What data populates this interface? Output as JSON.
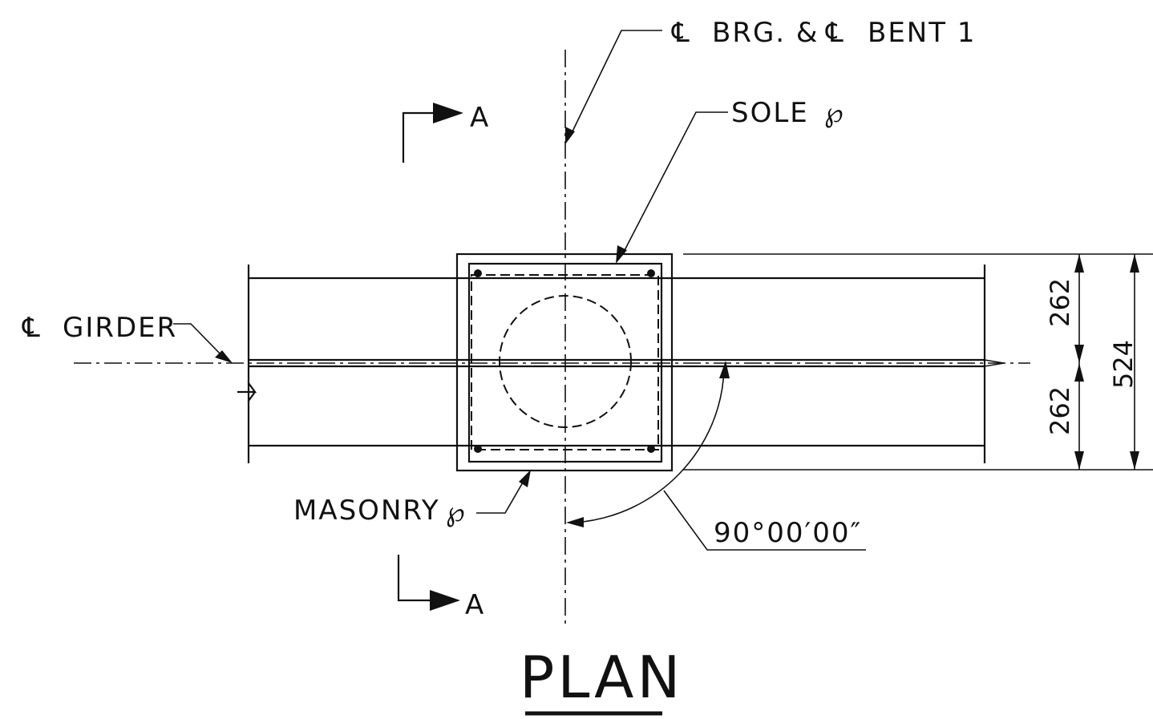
{
  "labels": {
    "cl_symbol": "℄",
    "pl_symbol": "℘",
    "brg_bent": "BRG. &",
    "bent": "BENT 1",
    "sole_pl": "SOLE",
    "girder": "GIRDER",
    "masonry_pl": "MASONRY",
    "section_mark": "A",
    "angle": "90°00′00″",
    "title": "PLAN"
  },
  "dimensions": {
    "upper_half": "262",
    "lower_half": "262",
    "overall": "524"
  }
}
